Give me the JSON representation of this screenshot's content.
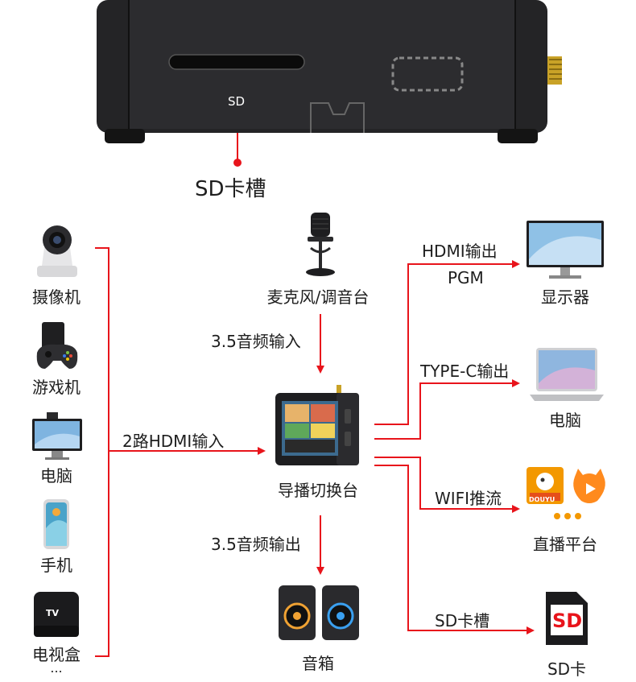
{
  "top_device": {
    "slot_label": "SD",
    "callout_label": "SD卡槽"
  },
  "sources": {
    "items": [
      {
        "label": "摄像机"
      },
      {
        "label": "游戏机"
      },
      {
        "label": "电脑"
      },
      {
        "label": "手机"
      },
      {
        "label": "电视盒"
      }
    ],
    "tv_box_logo": "TV",
    "ellipsis": "..."
  },
  "hdmi_input_label": "2路HDMI输入",
  "microphone": {
    "label": "麦克风/调音台",
    "audio_input_label": "3.5音频输入"
  },
  "switcher": {
    "label": "导播切换台",
    "audio_output_label": "3.5音频输出"
  },
  "speaker": {
    "label": "音箱"
  },
  "outputs": {
    "hdmi": {
      "line1": "HDMI输出",
      "line2": "PGM",
      "device": "显示器"
    },
    "typec": {
      "line": "TYPE-C输出",
      "device": "电脑"
    },
    "wifi": {
      "line": "WIFI推流",
      "device": "直播平台",
      "logo_text": "DOUYU"
    },
    "sd": {
      "line": "SD卡槽",
      "device": "SD卡",
      "card_text": "SD"
    }
  },
  "colors": {
    "line_red": "#e8141b",
    "device_black": "#1d1d1f"
  }
}
